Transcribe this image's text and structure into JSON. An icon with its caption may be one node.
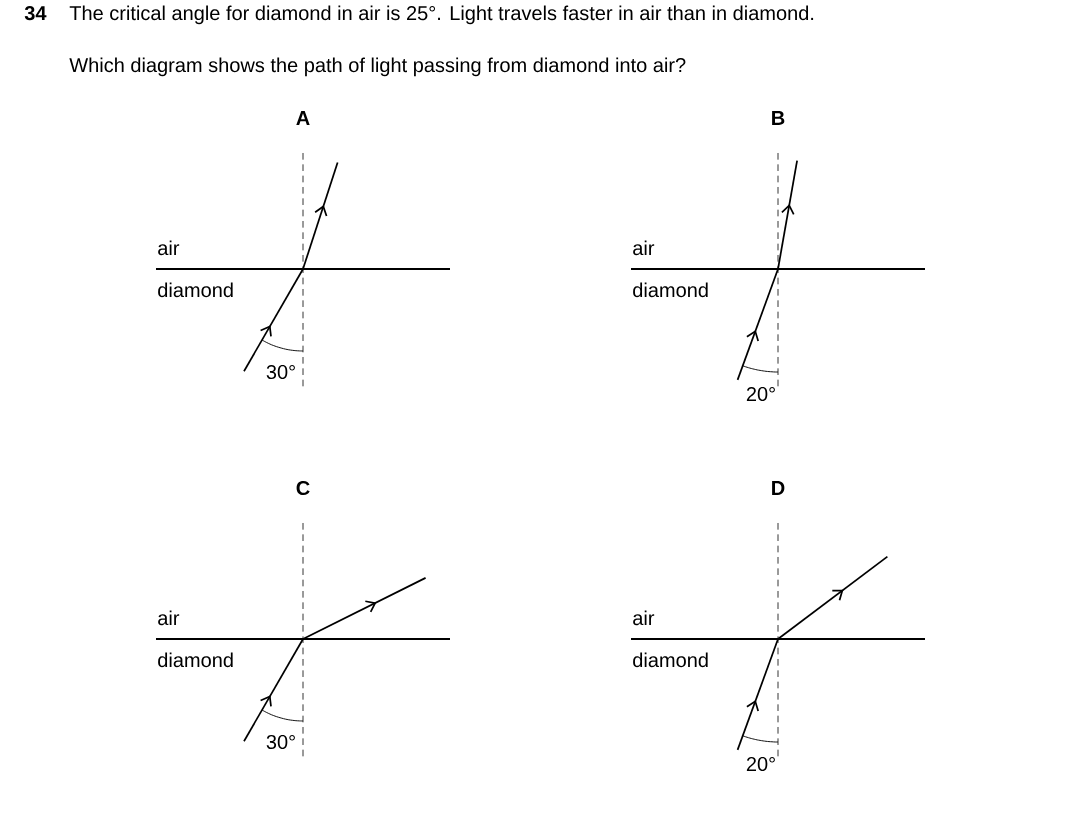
{
  "diagram": {
    "labels": [
      "34",
      "The critical angle for diamond in air is 25°. Light travels faster in air than in diamond.",
      "Which diagram shows the path of light passing from diamond into air?",
      "A",
      "air",
      "diamond",
      "30°",
      "B",
      "air",
      "diamond",
      "20°",
      "C",
      "air",
      "diamond",
      "30°",
      "D",
      "air",
      "diamond",
      "20°"
    ]
  }
}
